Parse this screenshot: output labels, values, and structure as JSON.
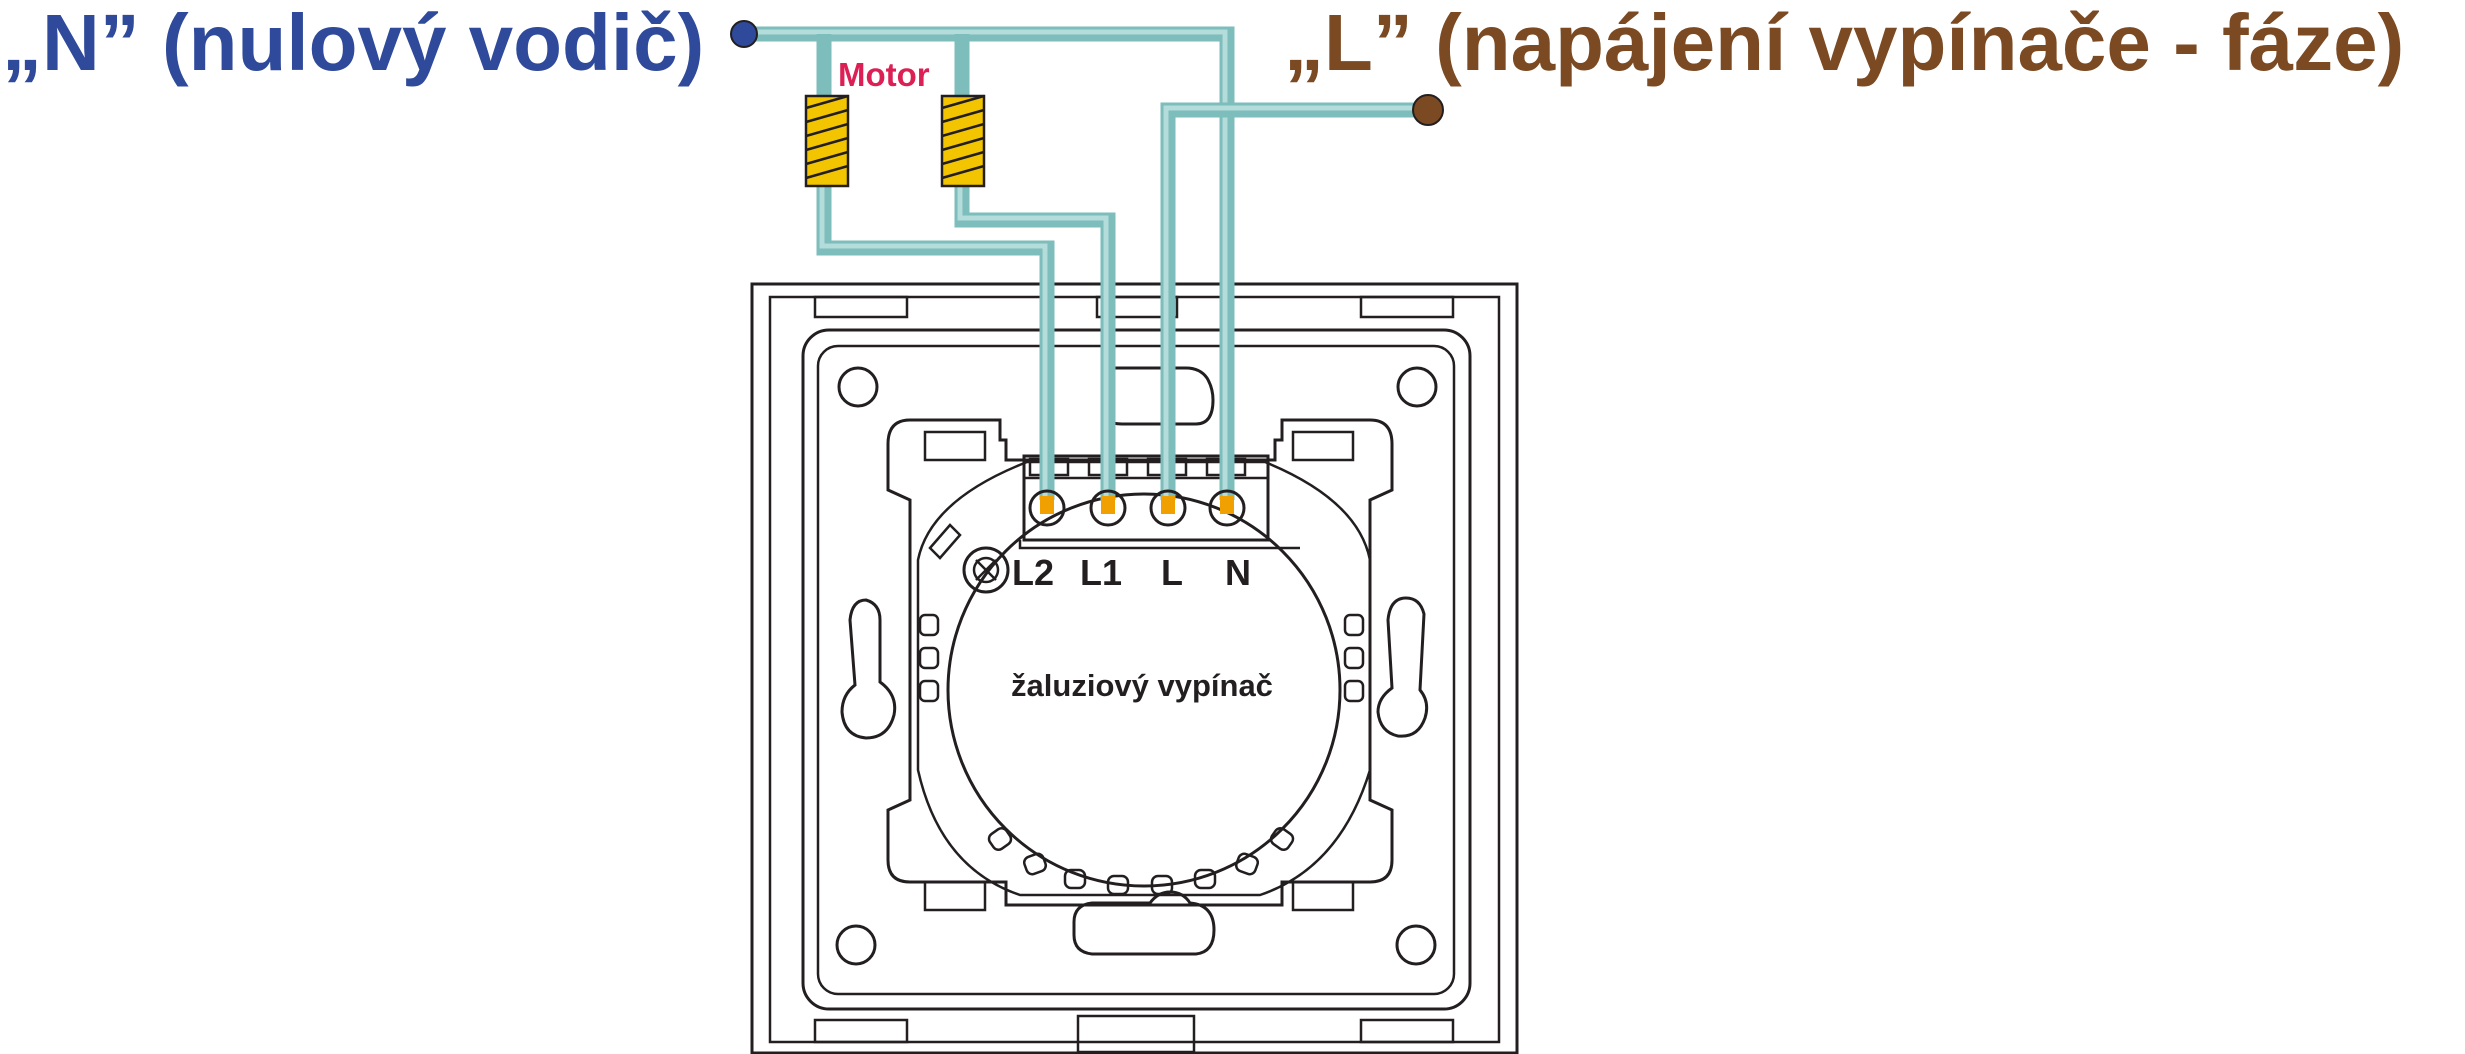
{
  "labels": {
    "neutral": "„N” (nulový vodič)",
    "phase": "„L” (napájení vypínače - fáze)",
    "motor": "Motor",
    "device": "žaluziový vypínač"
  },
  "terminals": [
    "L2",
    "L1",
    "L",
    "N"
  ],
  "colors": {
    "neutral": "#2f4a9a",
    "phase": "#7b4a22",
    "motor_label": "#dc1f54",
    "wire": "#7dbdbb",
    "coil": "#f2c500",
    "terminal_screw": "#f0a000",
    "outline": "#231f20"
  },
  "icons": [
    "neutral-dot-icon",
    "phase-dot-icon",
    "motor-coil-icon",
    "terminal-screw-icon"
  ]
}
